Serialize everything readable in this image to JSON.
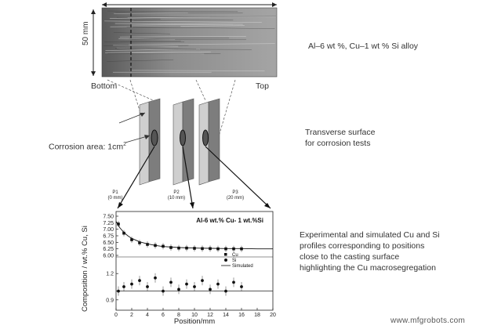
{
  "ingot": {
    "width_label": "50 mm",
    "left_label": "Bottom",
    "right_label": "Top"
  },
  "captions": {
    "alloy": "Al–6 wt %, Cu–1 wt % Si alloy",
    "transverse_line1": "Transverse surface",
    "transverse_line2": "for corrosion tests",
    "corrosion_area_prefix": "Corrosion area: 1cm",
    "corrosion_area_sup": "2",
    "profiles_line1": "Experimental and simulated Cu and Si",
    "profiles_line2": "profiles corresponding to positions",
    "profiles_line3": "close to the casting surface",
    "profiles_line4": "highlighting the Cu macrosegregation"
  },
  "samples": [
    {
      "name": "P1",
      "pos": "(0 mm)"
    },
    {
      "name": "P2",
      "pos": "(10 mm)"
    },
    {
      "name": "P3",
      "pos": "(20 mm)"
    }
  ],
  "watermark": "www.mfgrobots.com",
  "colors": {
    "line": "#222222",
    "plate": "#c8c8c8",
    "grain": "#7a7a7a"
  },
  "chart_data": {
    "type": "scatter",
    "title": "Al-6 wt.% Cu- 1 wt.%Si",
    "xlabel": "Position/mm",
    "ylabel": "Composition / wt.% Cu, Si",
    "xlim": [
      0,
      20
    ],
    "xticks": [
      0,
      2,
      4,
      6,
      8,
      10,
      12,
      14,
      16,
      18,
      20
    ],
    "upper_yticks": [
      "6.00",
      "6.25",
      "6.50",
      "6.75",
      "7.00",
      "7.25",
      "7.50"
    ],
    "lower_yticks": [
      "0.9",
      "1.2"
    ],
    "legend": {
      "cu": "Cu",
      "si": "Si",
      "sim": "Simulated"
    },
    "series": [
      {
        "name": "Cu",
        "x": [
          0.3,
          1,
          2,
          3,
          4,
          5,
          6,
          7,
          8,
          9,
          10,
          11,
          12,
          13,
          14,
          15,
          16
        ],
        "y": [
          7.2,
          6.85,
          6.6,
          6.48,
          6.42,
          6.38,
          6.35,
          6.3,
          6.28,
          6.28,
          6.27,
          6.26,
          6.26,
          6.25,
          6.25,
          6.25,
          6.25
        ]
      },
      {
        "name": "Si",
        "x": [
          0.3,
          1,
          2,
          3,
          4,
          5,
          6,
          7,
          8,
          9,
          10,
          11,
          12,
          13,
          14,
          15,
          16
        ],
        "y": [
          1.0,
          1.05,
          1.08,
          1.12,
          1.05,
          1.15,
          1.0,
          1.1,
          1.02,
          1.08,
          1.05,
          1.12,
          1.02,
          1.08,
          1.0,
          1.1,
          1.05
        ]
      },
      {
        "name": "Simulated",
        "x": [
          0,
          0.5,
          1,
          1.5,
          2,
          3,
          4,
          5,
          6,
          8,
          10,
          12,
          14,
          16,
          18,
          20
        ],
        "y": [
          7.3,
          7.05,
          6.88,
          6.75,
          6.65,
          6.52,
          6.44,
          6.38,
          6.34,
          6.3,
          6.28,
          6.27,
          6.26,
          6.26,
          6.25,
          6.25
        ]
      }
    ]
  }
}
